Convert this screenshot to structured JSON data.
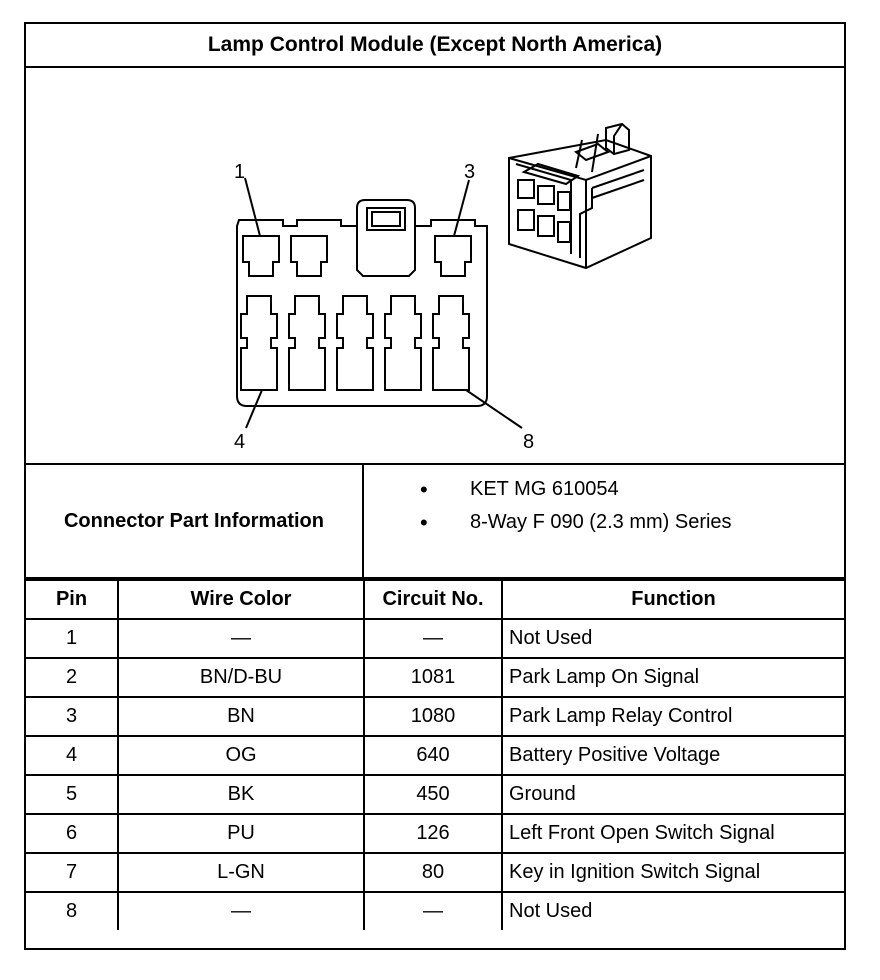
{
  "title": "Lamp Control Module (Except North America)",
  "diagram": {
    "labels": {
      "pin_1": "1",
      "pin_3": "3",
      "pin_4": "4",
      "pin_8": "8"
    }
  },
  "part_info": {
    "label": "Connector Part Information",
    "items": [
      "KET MG 610054",
      "8-Way F 090 (2.3 mm) Series"
    ]
  },
  "table": {
    "headers": [
      "Pin",
      "Wire Color",
      "Circuit No.",
      "Function"
    ],
    "rows": [
      {
        "pin": "1",
        "wire": "—",
        "circuit": "—",
        "function": "Not Used"
      },
      {
        "pin": "2",
        "wire": "BN/D-BU",
        "circuit": "1081",
        "function": "Park Lamp On Signal"
      },
      {
        "pin": "3",
        "wire": "BN",
        "circuit": "1080",
        "function": "Park Lamp Relay Control"
      },
      {
        "pin": "4",
        "wire": "OG",
        "circuit": "640",
        "function": "Battery Positive Voltage"
      },
      {
        "pin": "5",
        "wire": "BK",
        "circuit": "450",
        "function": "Ground"
      },
      {
        "pin": "6",
        "wire": "PU",
        "circuit": "126",
        "function": "Left Front Open Switch Signal"
      },
      {
        "pin": "7",
        "wire": "L-GN",
        "circuit": "80",
        "function": "Key in Ignition Switch Signal"
      },
      {
        "pin": "8",
        "wire": "—",
        "circuit": "—",
        "function": "Not Used"
      }
    ]
  }
}
